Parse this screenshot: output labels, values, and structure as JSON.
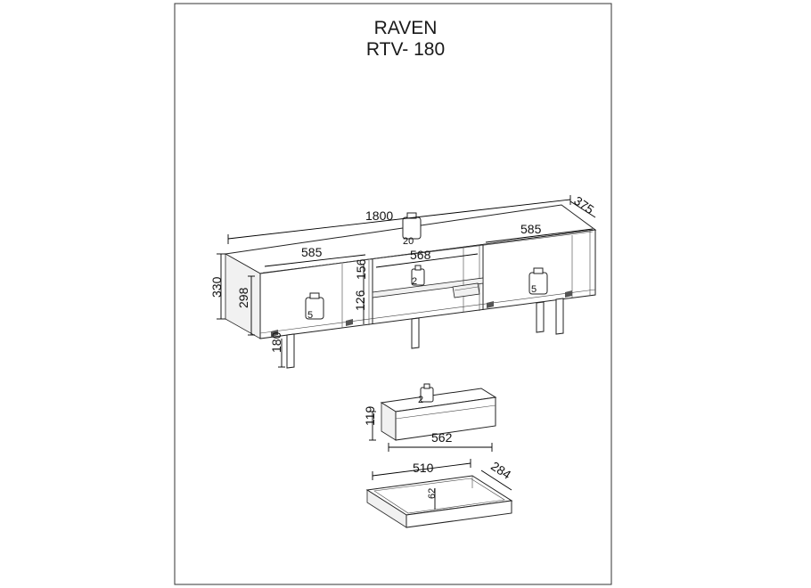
{
  "title": {
    "model": "RAVEN",
    "code": "RTV- 180"
  },
  "cabinet": {
    "width": "1800",
    "depth": "375",
    "height": "330",
    "inner_height": "298",
    "left_width": "585",
    "middle_width": "568",
    "right_width": "585",
    "top_opening_height": "156",
    "bottom_opening_height": "126",
    "leg_height": "180",
    "load_top": "20",
    "load_left": "5",
    "load_middle": "2",
    "load_right": "5"
  },
  "drawer_front": {
    "width": "562",
    "height": "119",
    "load": "2"
  },
  "drawer_box": {
    "width": "510",
    "depth": "284",
    "height": "62"
  },
  "colors": {
    "line": "#222222",
    "text": "#111111",
    "background": "#ffffff"
  }
}
